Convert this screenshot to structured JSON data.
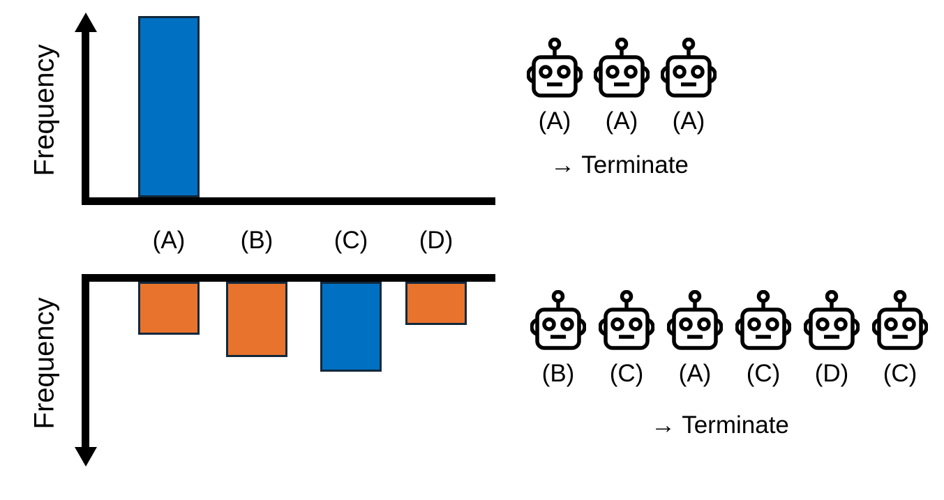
{
  "colors": {
    "blue": "#0071C2",
    "orange": "#E8732C",
    "bar_outline": "#12283C",
    "axis": "#000000",
    "text": "#000000"
  },
  "top_chart": {
    "ylabel": "Frequency"
  },
  "bottom_chart": {
    "ylabel": "Frequency"
  },
  "category_labels": [
    "(A)",
    "(B)",
    "(C)",
    "(D)"
  ],
  "top_robots": {
    "labels": [
      "(A)",
      "(A)",
      "(A)"
    ],
    "caption": "→ Terminate"
  },
  "bottom_robots": {
    "labels": [
      "(B)",
      "(C)",
      "(A)",
      "(C)",
      "(D)",
      "(C)"
    ],
    "caption": "→ Terminate"
  },
  "chart_data": [
    {
      "id": "top",
      "type": "bar",
      "orientation": "up",
      "ylabel": "Frequency",
      "categories": [
        "(A)",
        "(B)",
        "(C)",
        "(D)"
      ],
      "values": [
        1.0,
        0,
        0,
        0
      ],
      "bar_colors": [
        "blue",
        "orange",
        "orange",
        "orange"
      ],
      "ylim": [
        0,
        1
      ],
      "grid": false,
      "legend": false
    },
    {
      "id": "bottom",
      "type": "bar",
      "orientation": "down",
      "ylabel": "Frequency",
      "categories": [
        "(A)",
        "(B)",
        "(C)",
        "(D)"
      ],
      "values": [
        0.59,
        0.84,
        1.0,
        0.48
      ],
      "bar_colors": [
        "orange",
        "orange",
        "blue",
        "orange"
      ],
      "ylim": [
        0,
        1
      ],
      "grid": false,
      "legend": false
    }
  ]
}
